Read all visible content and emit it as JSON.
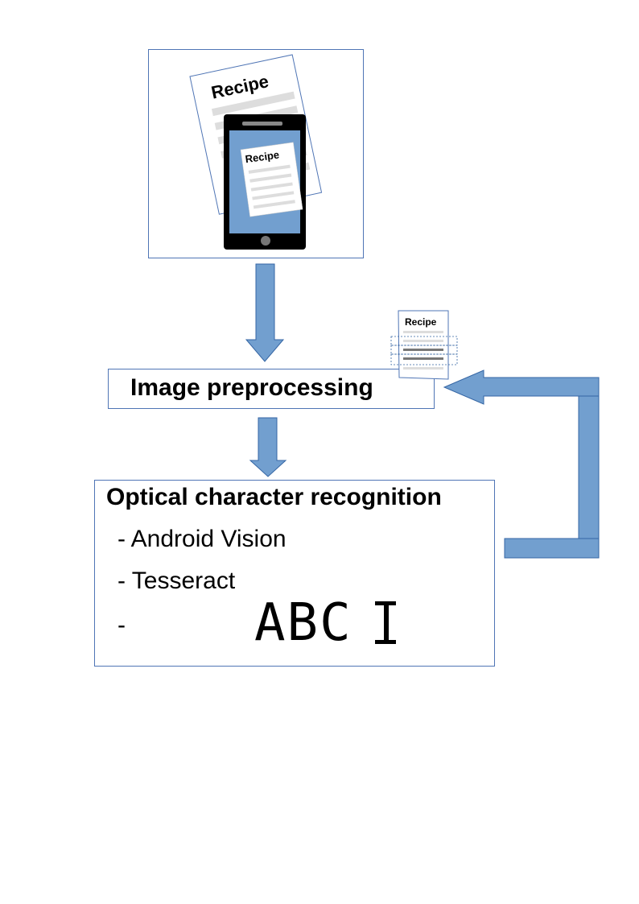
{
  "illustration": {
    "paper_title": "Recipe",
    "phone_screen_title": "Recipe",
    "cropped_doc_title": "Recipe"
  },
  "preprocessing": {
    "title": "Image preprocessing"
  },
  "ocr": {
    "title": "Optical character recognition",
    "items": [
      "- Android Vision",
      "- Tesseract",
      "-"
    ],
    "glyph_sample": "ABC"
  },
  "colors": {
    "arrow_fill": "#729fcf",
    "arrow_stroke": "#3465a4",
    "box_border": "#4f75b5",
    "phone_body": "#000000",
    "phone_screen": "#729fcf"
  },
  "icons": [
    "paper-recipe-icon",
    "phone-icon",
    "cropped-recipe-icon",
    "text-cursor-icon"
  ]
}
